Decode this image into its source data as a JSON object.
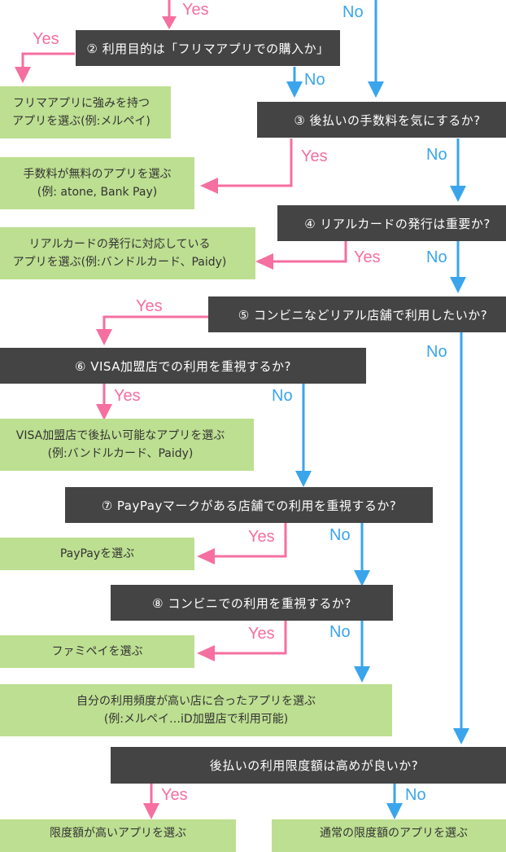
{
  "colors": {
    "question_bg": "#444444",
    "answer_bg": "#bddf91",
    "yes": "#f56fa0",
    "no": "#3aa5ec"
  },
  "questions": {
    "q2": "② 利用目的は「フリマアプリでの購入か」",
    "q3": "③ 後払いの手数料を気にするか?",
    "q4": "④ リアルカードの発行は重要か?",
    "q5": "⑤ コンビニなどリアル店舗で利用したいか?",
    "q6": "⑥ VISA加盟店での利用を重視するか?",
    "q7": "⑦ PayPayマークがある店舗での利用を重視するか?",
    "q8": "⑧ コンビニでの利用を重視するか?",
    "q9": "後払いの利用限度額は高めが良いか?"
  },
  "answers": {
    "flea": [
      "フリマアプリに強みを持つ",
      "アプリを選ぶ(例:メルペイ)"
    ],
    "fee_free": [
      "手数料が無料のアプリを選ぶ",
      "(例: atone, Bank Pay)"
    ],
    "real_card": [
      "リアルカードの発行に対応している",
      "アプリを選ぶ(例:バンドルカード、Paidy)"
    ],
    "visa": [
      "VISA加盟店で後払い可能なアプリを選ぶ",
      "(例:バンドルカード、Paidy)"
    ],
    "paypay": [
      "PayPayを選ぶ"
    ],
    "famipay": [
      "ファミペイを選ぶ"
    ],
    "frequent": [
      "自分の利用頻度が高い店に合ったアプリを選ぶ",
      "(例:メルペイ…iD加盟店で利用可能)"
    ],
    "high_limit": [
      "限度額が高いアプリを選ぶ"
    ],
    "normal_limit": [
      "通常の限度額のアプリを選ぶ"
    ]
  },
  "labels": {
    "yes": "Yes",
    "no": "No"
  }
}
